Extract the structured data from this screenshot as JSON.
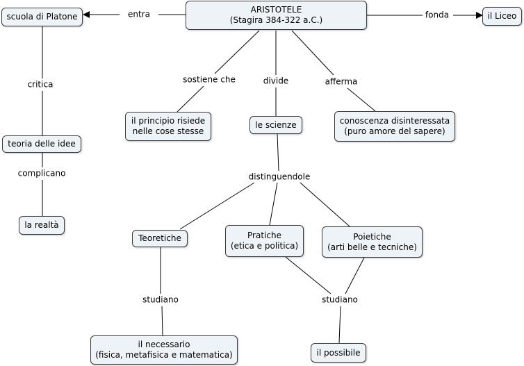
{
  "nodes": {
    "aristotele": "ARISTOTELE\n(Stagira 384-322 a.C.)",
    "scuola_platone": "scuola di Platone",
    "liceo": "il Liceo",
    "principio": "il principio risiede\nnelle cose stesse",
    "scienze": "le scienze",
    "conoscenza": "conoscenza disinteressata\n(puro amore del sapere)",
    "teoria_idee": "teoria delle idee",
    "realta": "la realtà",
    "teoretiche": "Teoretiche",
    "pratiche": "Pratiche\n(etica e politica)",
    "poietiche": "Poietiche\n(arti belle e tecniche)",
    "necessario": "il necessario\n(fisica, metafisica e matematica)",
    "possibile": "il possibile"
  },
  "links": {
    "entra": "entra",
    "fonda": "fonda",
    "critica": "critica",
    "complicano": "complicano",
    "sostiene_che": "sostiene che",
    "divide": "divide",
    "afferma": "afferma",
    "distinguendole": "distinguendole",
    "studiano_1": "studiano",
    "studiano_2": "studiano"
  }
}
